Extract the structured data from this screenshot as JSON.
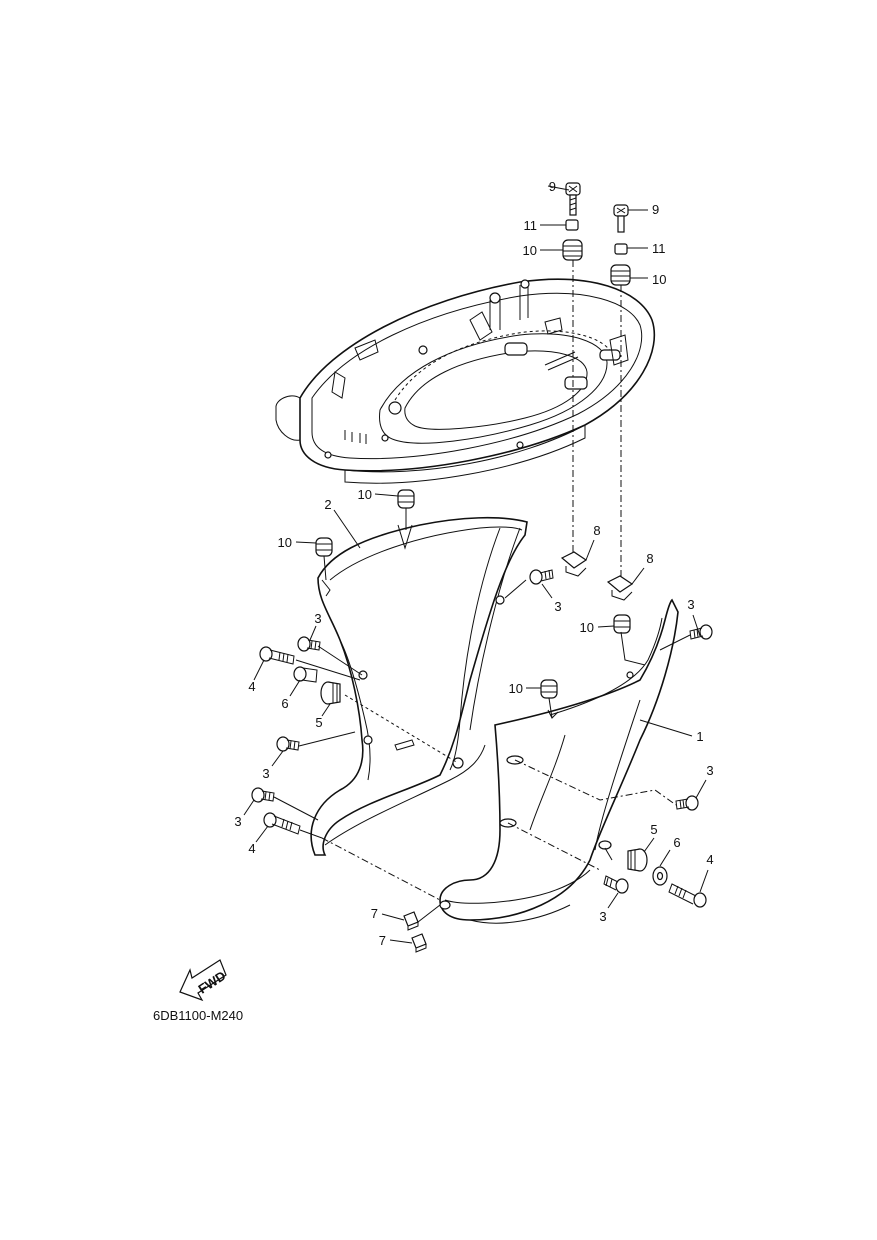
{
  "diagram_code": "6DB1100-M240",
  "fwd_label": "FWD",
  "callouts": [
    {
      "id": "c-9a",
      "label": "9"
    },
    {
      "id": "c-11a",
      "label": "11"
    },
    {
      "id": "c-10a",
      "label": "10"
    },
    {
      "id": "c-9b",
      "label": "9"
    },
    {
      "id": "c-11b",
      "label": "11"
    },
    {
      "id": "c-10b",
      "label": "10"
    },
    {
      "id": "c-10c",
      "label": "10"
    },
    {
      "id": "c-2",
      "label": "2"
    },
    {
      "id": "c-10d",
      "label": "10"
    },
    {
      "id": "c-8a",
      "label": "8"
    },
    {
      "id": "c-3a",
      "label": "3"
    },
    {
      "id": "c-8b",
      "label": "8"
    },
    {
      "id": "c-3b",
      "label": "3"
    },
    {
      "id": "c-3c",
      "label": "3"
    },
    {
      "id": "c-10e",
      "label": "10"
    },
    {
      "id": "c-4a",
      "label": "4"
    },
    {
      "id": "c-6a",
      "label": "6"
    },
    {
      "id": "c-5a",
      "label": "5"
    },
    {
      "id": "c-10f",
      "label": "10"
    },
    {
      "id": "c-1",
      "label": "1"
    },
    {
      "id": "c-3d",
      "label": "3"
    },
    {
      "id": "c-3e",
      "label": "3"
    },
    {
      "id": "c-3f",
      "label": "3"
    },
    {
      "id": "c-4b",
      "label": "4"
    },
    {
      "id": "c-5b",
      "label": "5"
    },
    {
      "id": "c-6b",
      "label": "6"
    },
    {
      "id": "c-4c",
      "label": "4"
    },
    {
      "id": "c-3g",
      "label": "3"
    },
    {
      "id": "c-7a",
      "label": "7"
    },
    {
      "id": "c-7b",
      "label": "7"
    }
  ]
}
